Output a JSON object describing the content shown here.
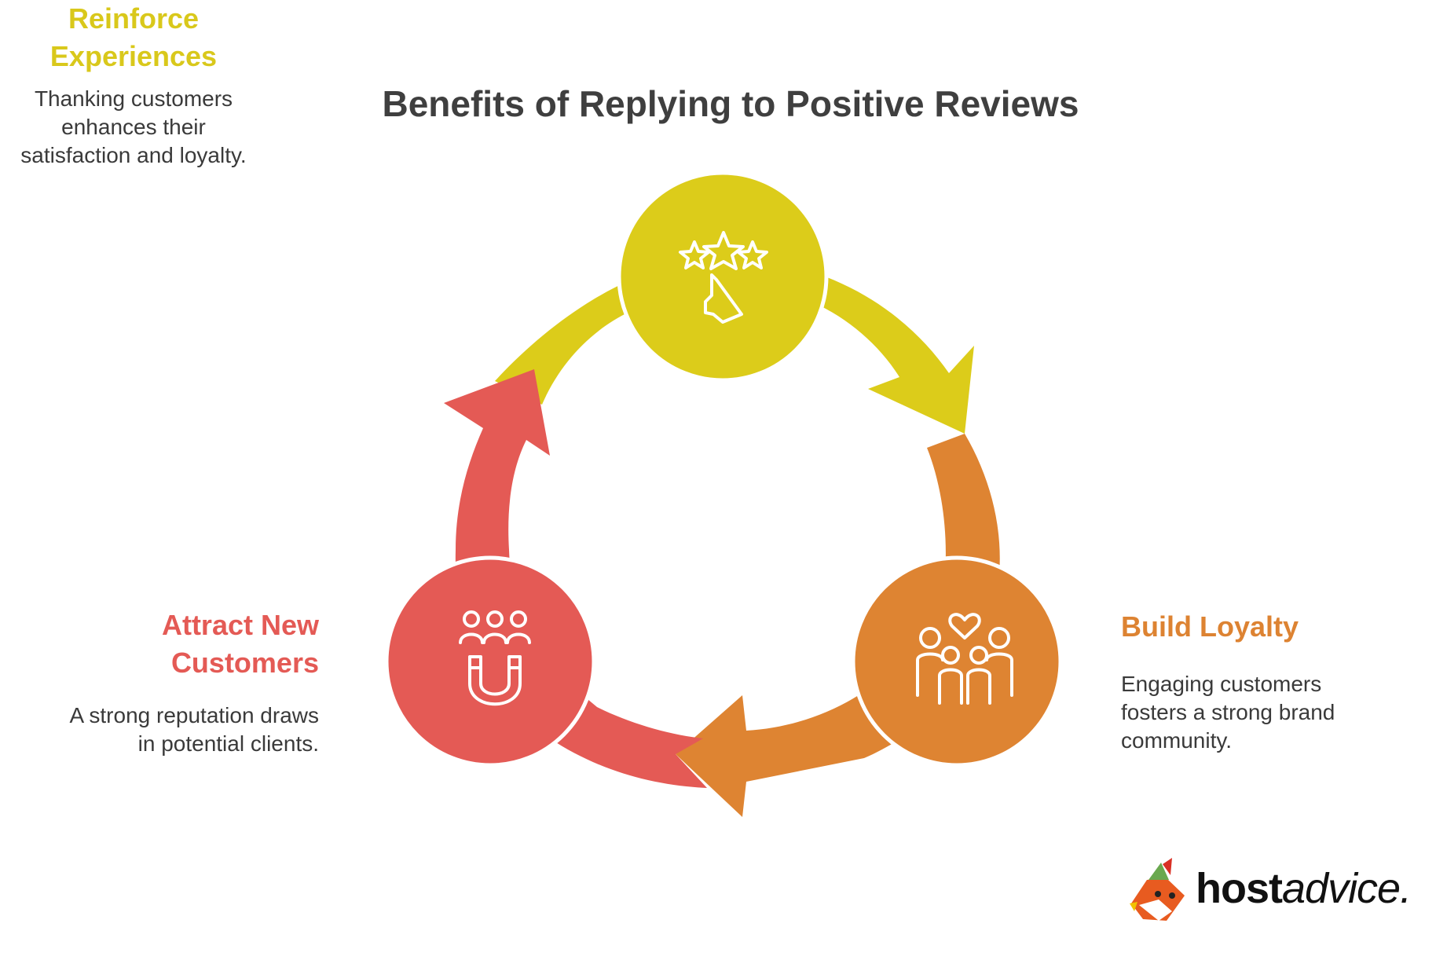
{
  "title": "Benefits of Replying to Positive Reviews",
  "colors": {
    "yellow": "#dccc1a",
    "orange": "#de8432",
    "red": "#e45a55",
    "title": "#3f3f3f"
  },
  "steps": [
    {
      "title_line1": "Reinforce",
      "title_line2": "Experiences",
      "desc_line1": "Thanking customers",
      "desc_line2": "enhances their",
      "desc_line3": "satisfaction and loyalty.",
      "icon": "stars-hand-icon"
    },
    {
      "title_line1": "Build Loyalty",
      "desc_line1": "Engaging customers",
      "desc_line2": "fosters a strong brand",
      "desc_line3": "community.",
      "icon": "family-heart-icon"
    },
    {
      "title_line1": "Attract New",
      "title_line2": "Customers",
      "desc_line1": "A strong reputation draws",
      "desc_line2": "in potential clients.",
      "icon": "people-magnet-icon"
    }
  ],
  "logo": {
    "bold": "host",
    "regular": "advice."
  }
}
